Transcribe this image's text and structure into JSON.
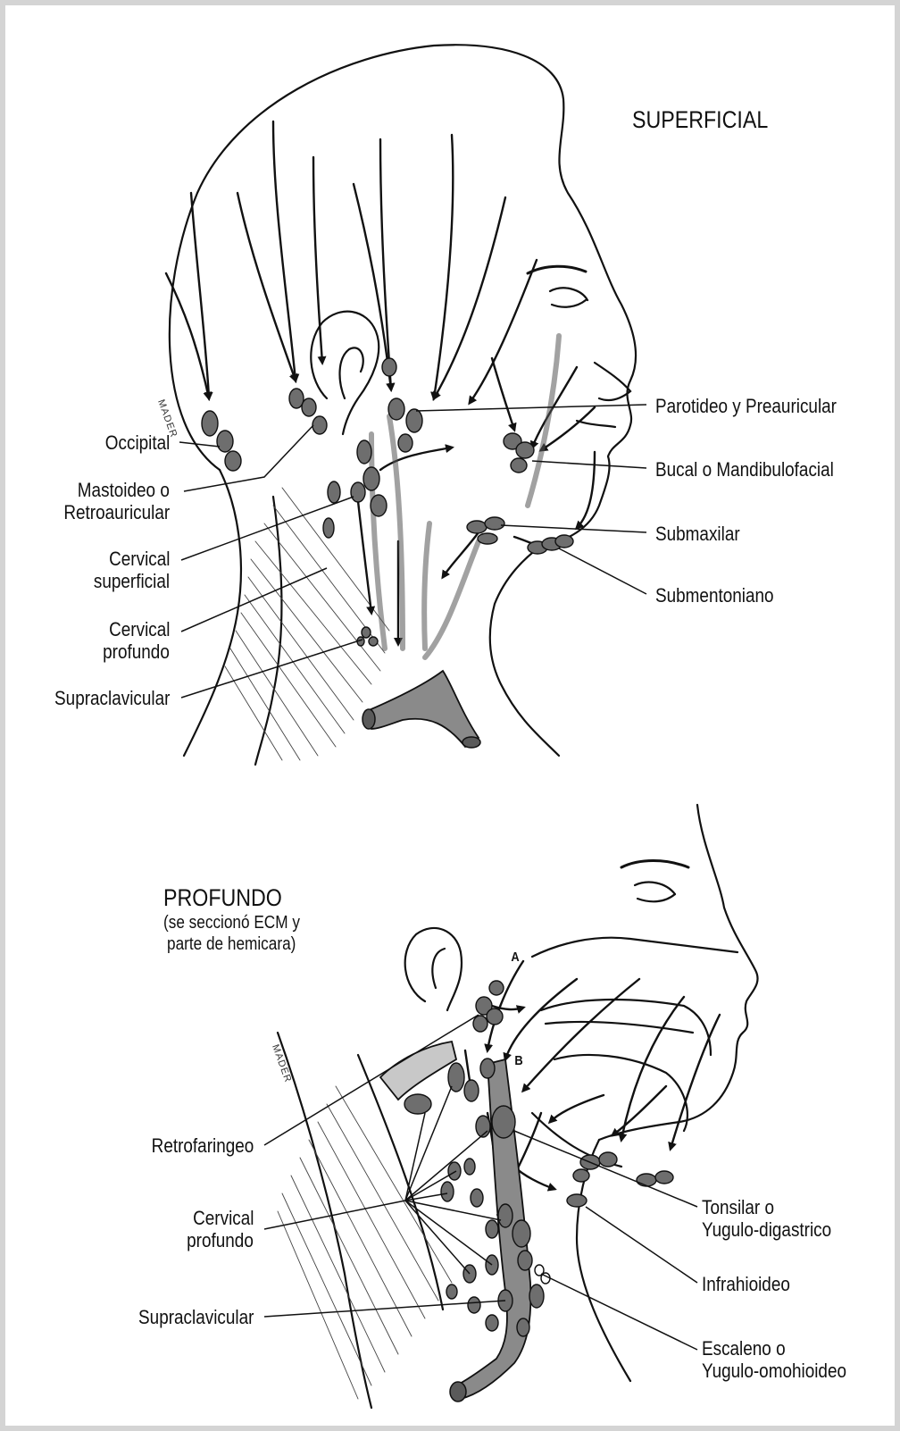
{
  "superficial": {
    "title": "SUPERFICIAL",
    "watermark": "MADER",
    "labels": {
      "occipital": "Occipital",
      "mastoideo_1": "Mastoideo o",
      "mastoideo_2": "Retroauricular",
      "cervical_sup_1": "Cervical",
      "cervical_sup_2": "superficial",
      "cervical_prof_1": "Cervical",
      "cervical_prof_2": "profundo",
      "supraclavicular": "Supraclavicular",
      "parotideo": "Parotideo y Preauricular",
      "bucal": "Bucal o Mandibulofacial",
      "submaxilar": "Submaxilar",
      "submentoniano": "Submentoniano"
    }
  },
  "profundo": {
    "title": "PROFUNDO",
    "subtitle_1": "(se seccionó ECM y",
    "subtitle_2": "parte de hemicara)",
    "watermark": "MADER",
    "markers": {
      "a": "A",
      "b": "B"
    },
    "labels": {
      "retrofaringeo": "Retrofaringeo",
      "cervical_prof_1": "Cervical",
      "cervical_prof_2": "profundo",
      "supraclavicular": "Supraclavicular",
      "tonsilar_1": "Tonsilar o",
      "tonsilar_2": "Yugulo-digastrico",
      "infrahioideo": "Infrahioideo",
      "escaleno_1": "Escaleno o",
      "escaleno_2": "Yugulo-omohioideo"
    }
  },
  "colors": {
    "background": "#d4d4d4",
    "panel": "#ffffff",
    "ink": "#111111",
    "node_fill": "#6e6e6e",
    "vessel_fill": "#8a8a8a"
  }
}
